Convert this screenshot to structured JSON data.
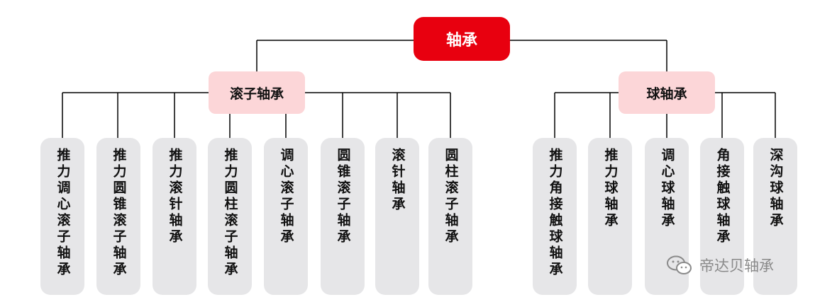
{
  "root": {
    "label": "轴承"
  },
  "categories": [
    {
      "label": "滚子轴承"
    },
    {
      "label": "球轴承"
    }
  ],
  "roller_items": [
    {
      "label": "推力调心滚子轴承"
    },
    {
      "label": "推力圆锥滚子轴承"
    },
    {
      "label": "推力滚针轴承"
    },
    {
      "label": "推力圆柱滚子轴承"
    },
    {
      "label": "调心滚子轴承"
    },
    {
      "label": "圆锥滚子轴承"
    },
    {
      "label": "滚针轴承"
    },
    {
      "label": "圆柱滚子轴承"
    }
  ],
  "ball_items": [
    {
      "label": "推力角接触球轴承"
    },
    {
      "label": "推力球轴承"
    },
    {
      "label": "调心球轴承"
    },
    {
      "label": "角接触球轴承"
    },
    {
      "label": "深沟球轴承"
    }
  ],
  "watermark": {
    "text": "帝达贝轴承",
    "icon": "wechat-icon"
  },
  "colors": {
    "root_fill": "#e8000f",
    "category_fill": "#fcd6d8",
    "leaf_fill": "#e6e6e8",
    "connector": "#000000"
  }
}
